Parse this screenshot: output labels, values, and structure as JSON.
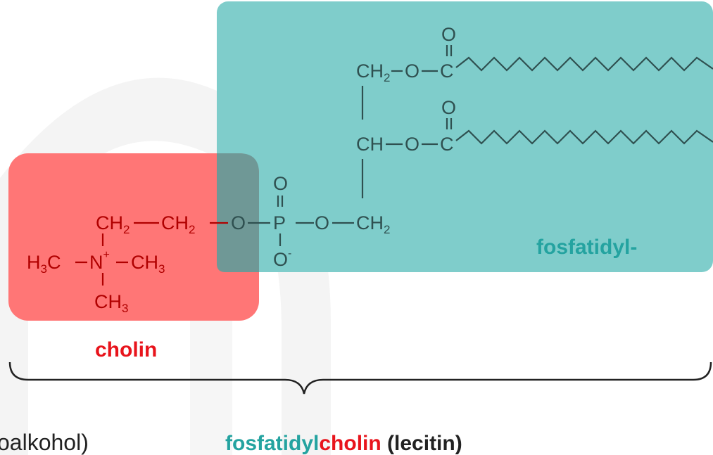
{
  "diagram": {
    "groups": {
      "fosfatidyl_label": "fosfatidyl-",
      "cholin_label": "cholin"
    },
    "caption": {
      "part1": "fosfatidyl",
      "part2": "cholin",
      "part3": " (lecitin)"
    },
    "left_cut_text": "oalkohol)",
    "atoms": {
      "ch2": "CH",
      "two": "2",
      "ch": "CH",
      "o": "O",
      "c": "C",
      "p": "P",
      "o_minus": "O",
      "minus": "-",
      "n": "N",
      "plus": "+",
      "h3c_h": "H",
      "h3c_3": "3",
      "h3c_c": "C",
      "ch3": "CH",
      "three": "3"
    }
  },
  "colors": {
    "fosfatidyl_box": "#7fcdcb",
    "cholin_box": "#ff7676",
    "overlap_box": "#6f9896",
    "teal_text": "#24a3a0",
    "red_text": "#e8141c",
    "dark_text": "#222222",
    "molecule": "#2f5050",
    "watermark": "#f3f3f3"
  }
}
